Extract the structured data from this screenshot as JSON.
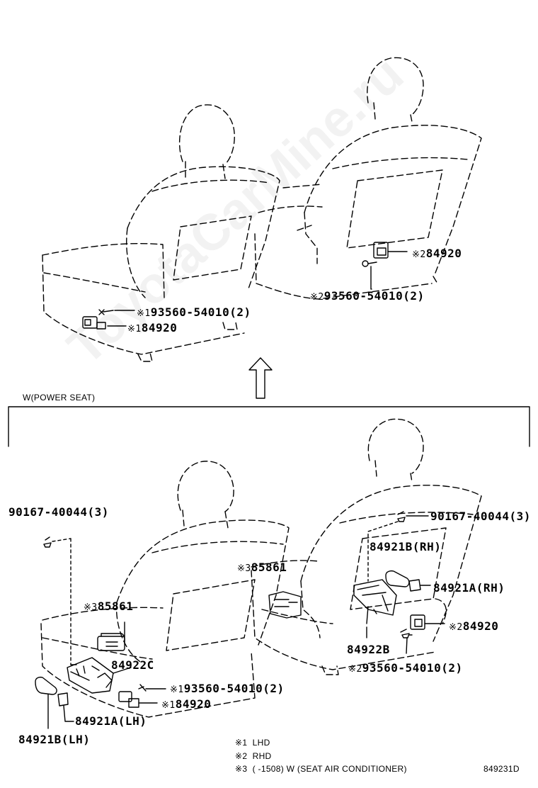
{
  "watermark": "ToyotaCarMine.ru",
  "section_label": "W(POWER SEAT)",
  "top": {
    "left_bolt": {
      "mark": "※1",
      "text": "93560-54010(2)"
    },
    "left_switch": {
      "mark": "※1",
      "text": "84920"
    },
    "right_switch": {
      "mark": "※2",
      "text": "84920"
    },
    "right_bolt": {
      "mark": "※2",
      "text": "93560-54010(2)"
    }
  },
  "bottom": {
    "screw_left": "90167-40044(3)",
    "screw_right": "90167-40044(3)",
    "knob_b_rh": "84921B(RH)",
    "knob_a_rh": "84921A(RH)",
    "ac_switch_right": {
      "mark": "※3",
      "text": "85861"
    },
    "ac_switch_left": {
      "mark": "※3",
      "text": "85861"
    },
    "switch_right": {
      "mark": "※2",
      "text": "84920"
    },
    "bracket_right": "84922B",
    "bolt_right": {
      "mark": "※2",
      "text": "93560-54010(2)"
    },
    "bracket_left": "84922C",
    "bolt_left": {
      "mark": "※1",
      "text": "93560-54010(2)"
    },
    "switch_left": {
      "mark": "※1",
      "text": "84920"
    },
    "knob_a_lh": "84921A(LH)",
    "knob_b_lh": "84921B(LH)"
  },
  "notes": [
    {
      "mark": "※1",
      "text": "LHD"
    },
    {
      "mark": "※2",
      "text": "RHD"
    },
    {
      "mark": "※3",
      "text": "(          -1508) W (SEAT AIR CONDITIONER)"
    }
  ],
  "figure_code": "849231D"
}
